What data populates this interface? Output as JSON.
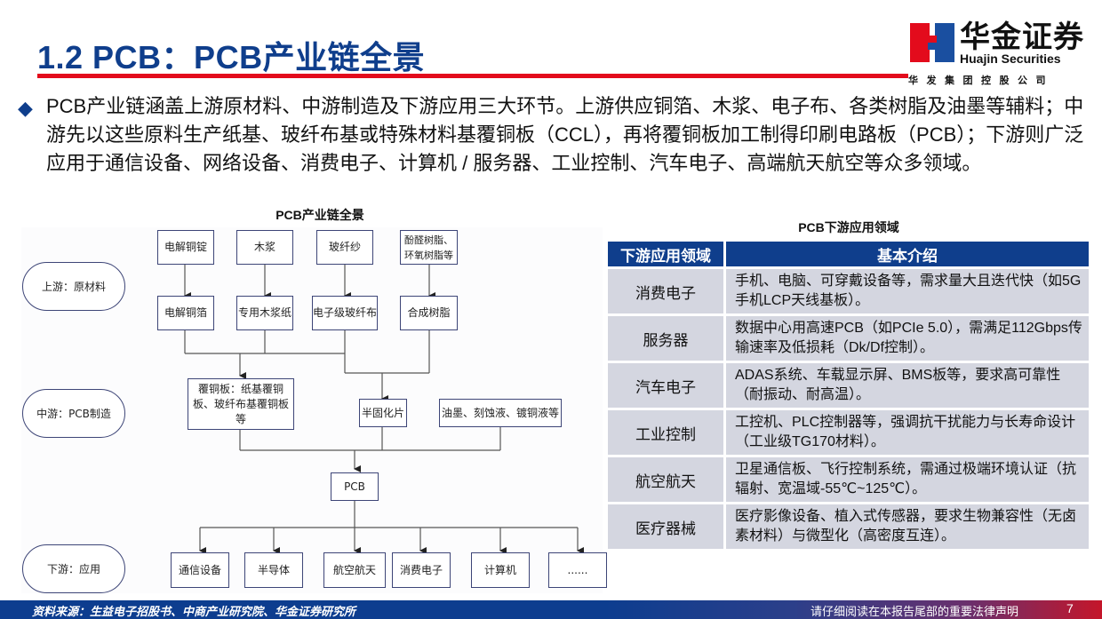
{
  "header": {
    "title": "1.2 PCB：PCB产业链全景",
    "accent_color": "#e30b1c",
    "title_color": "#0f3e8c"
  },
  "logo": {
    "name_cn": "华金证券",
    "name_en": "Huajin Securities",
    "subtitle": "华发集团控股公司",
    "colors": {
      "red": "#e30b1c",
      "blue": "#1a4fa0"
    }
  },
  "bullet": {
    "icon": "diamond-icon",
    "text": "PCB产业链涵盖上游原材料、中游制造及下游应用三大环节。上游供应铜箔、木浆、电子布、各类树脂及油墨等辅料；中游先以这些原料生产纸基、玻纤布基或特殊材料基覆铜板（CCL），再将覆铜板加工制得印刷电路板（PCB）；下游则广泛应用于通信设备、网络设备、消费电子、计算机 / 服务器、工业控制、汽车电子、高端航天航空等众多领域。"
  },
  "diagram": {
    "title": "PCB产业链全景",
    "stages": {
      "upstream": "上游：原材料",
      "midstream": "中游：PCB制造",
      "downstream": "下游：应用"
    },
    "raw_materials": [
      "电解铜锭",
      "木浆",
      "玻纤纱",
      "酚醛树脂、环氧树脂等"
    ],
    "processed_materials": [
      "电解铜箔",
      "专用木浆纸",
      "电子级玻纤布",
      "合成树脂"
    ],
    "ccl": "覆铜板：纸基覆铜板、玻纤布基覆铜板等",
    "prepreg": "半固化片",
    "auxiliary": "油墨、刻蚀液、镀铜液等",
    "pcb": "PCB",
    "applications": [
      "通信设备",
      "半导体",
      "航空航天",
      "消费电子",
      "计算机",
      "......"
    ]
  },
  "table": {
    "title": "PCB下游应用领域",
    "headers": [
      "下游应用领域",
      "基本介绍"
    ],
    "rows": [
      {
        "field": "消费电子",
        "desc": "手机、电脑、可穿戴设备等，需求量大且迭代快（如5G手机LCP天线基板）。"
      },
      {
        "field": "服务器",
        "desc": "数据中心用高速PCB（如PCIe 5.0），需满足112Gbps传输速率及低损耗（Dk/Df控制）。"
      },
      {
        "field": "汽车电子",
        "desc": "ADAS系统、车载显示屏、BMS板等，要求高可靠性（耐振动、耐高温）。"
      },
      {
        "field": "工业控制",
        "desc": "工控机、PLC控制器等，强调抗干扰能力与长寿命设计（工业级TG170材料）。"
      },
      {
        "field": "航空航天",
        "desc": "卫星通信板、飞行控制系统，需通过极端环境认证（抗辐射、宽温域-55℃~125℃）。"
      },
      {
        "field": "医疗器械",
        "desc": "医疗影像设备、植入式传感器，要求生物兼容性（无卤素材料）与微型化（高密度互连）。"
      }
    ],
    "header_color": "#0f3e8c",
    "row_color": "#d4d6e0"
  },
  "footer": {
    "source": "资料来源：生益电子招股书、中商产业研究院、华金证券研究所",
    "notice": "请仔细阅读在本报告尾部的重要法律声明",
    "page": "7"
  }
}
